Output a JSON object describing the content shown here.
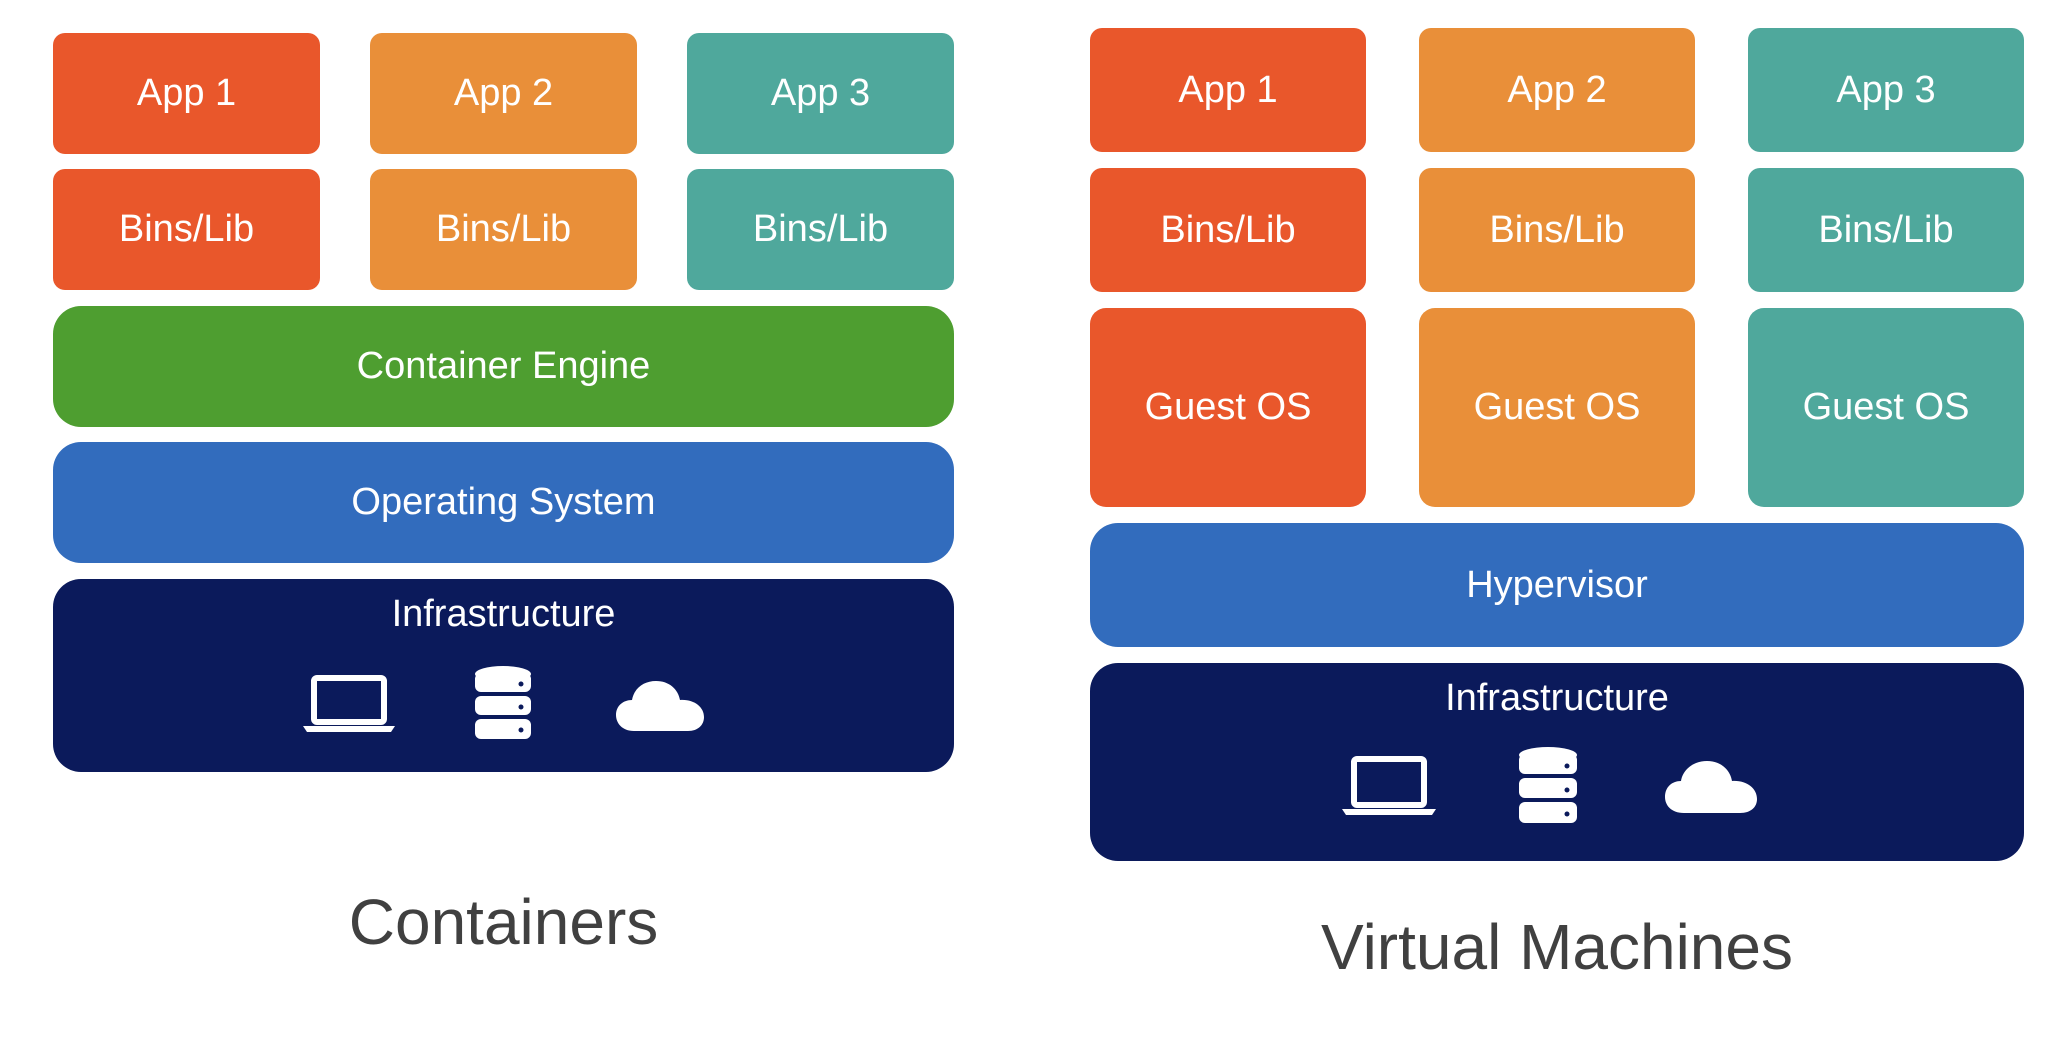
{
  "colors": {
    "app1": "#E9572B",
    "app2": "#E98F39",
    "app3": "#4FA89C",
    "engine": "#4E9E30",
    "os_layer": "#326CBD",
    "infrastructure": "#0B1A5B",
    "caption": "#404040"
  },
  "containers": {
    "caption": "Containers",
    "apps": [
      "App 1",
      "App 2",
      "App 3"
    ],
    "libs": [
      "Bins/Lib",
      "Bins/Lib",
      "Bins/Lib"
    ],
    "engine": "Container Engine",
    "os": "Operating System",
    "infrastructure": {
      "label": "Infrastructure",
      "icons": [
        "laptop-icon",
        "database-icon",
        "cloud-icon"
      ]
    }
  },
  "virtual_machines": {
    "caption": "Virtual Machines",
    "apps": [
      "App 1",
      "App 2",
      "App 3"
    ],
    "libs": [
      "Bins/Lib",
      "Bins/Lib",
      "Bins/Lib"
    ],
    "guest_os": [
      "Guest OS",
      "Guest OS",
      "Guest OS"
    ],
    "hypervisor": "Hypervisor",
    "infrastructure": {
      "label": "Infrastructure",
      "icons": [
        "laptop-icon",
        "database-icon",
        "cloud-icon"
      ]
    }
  }
}
